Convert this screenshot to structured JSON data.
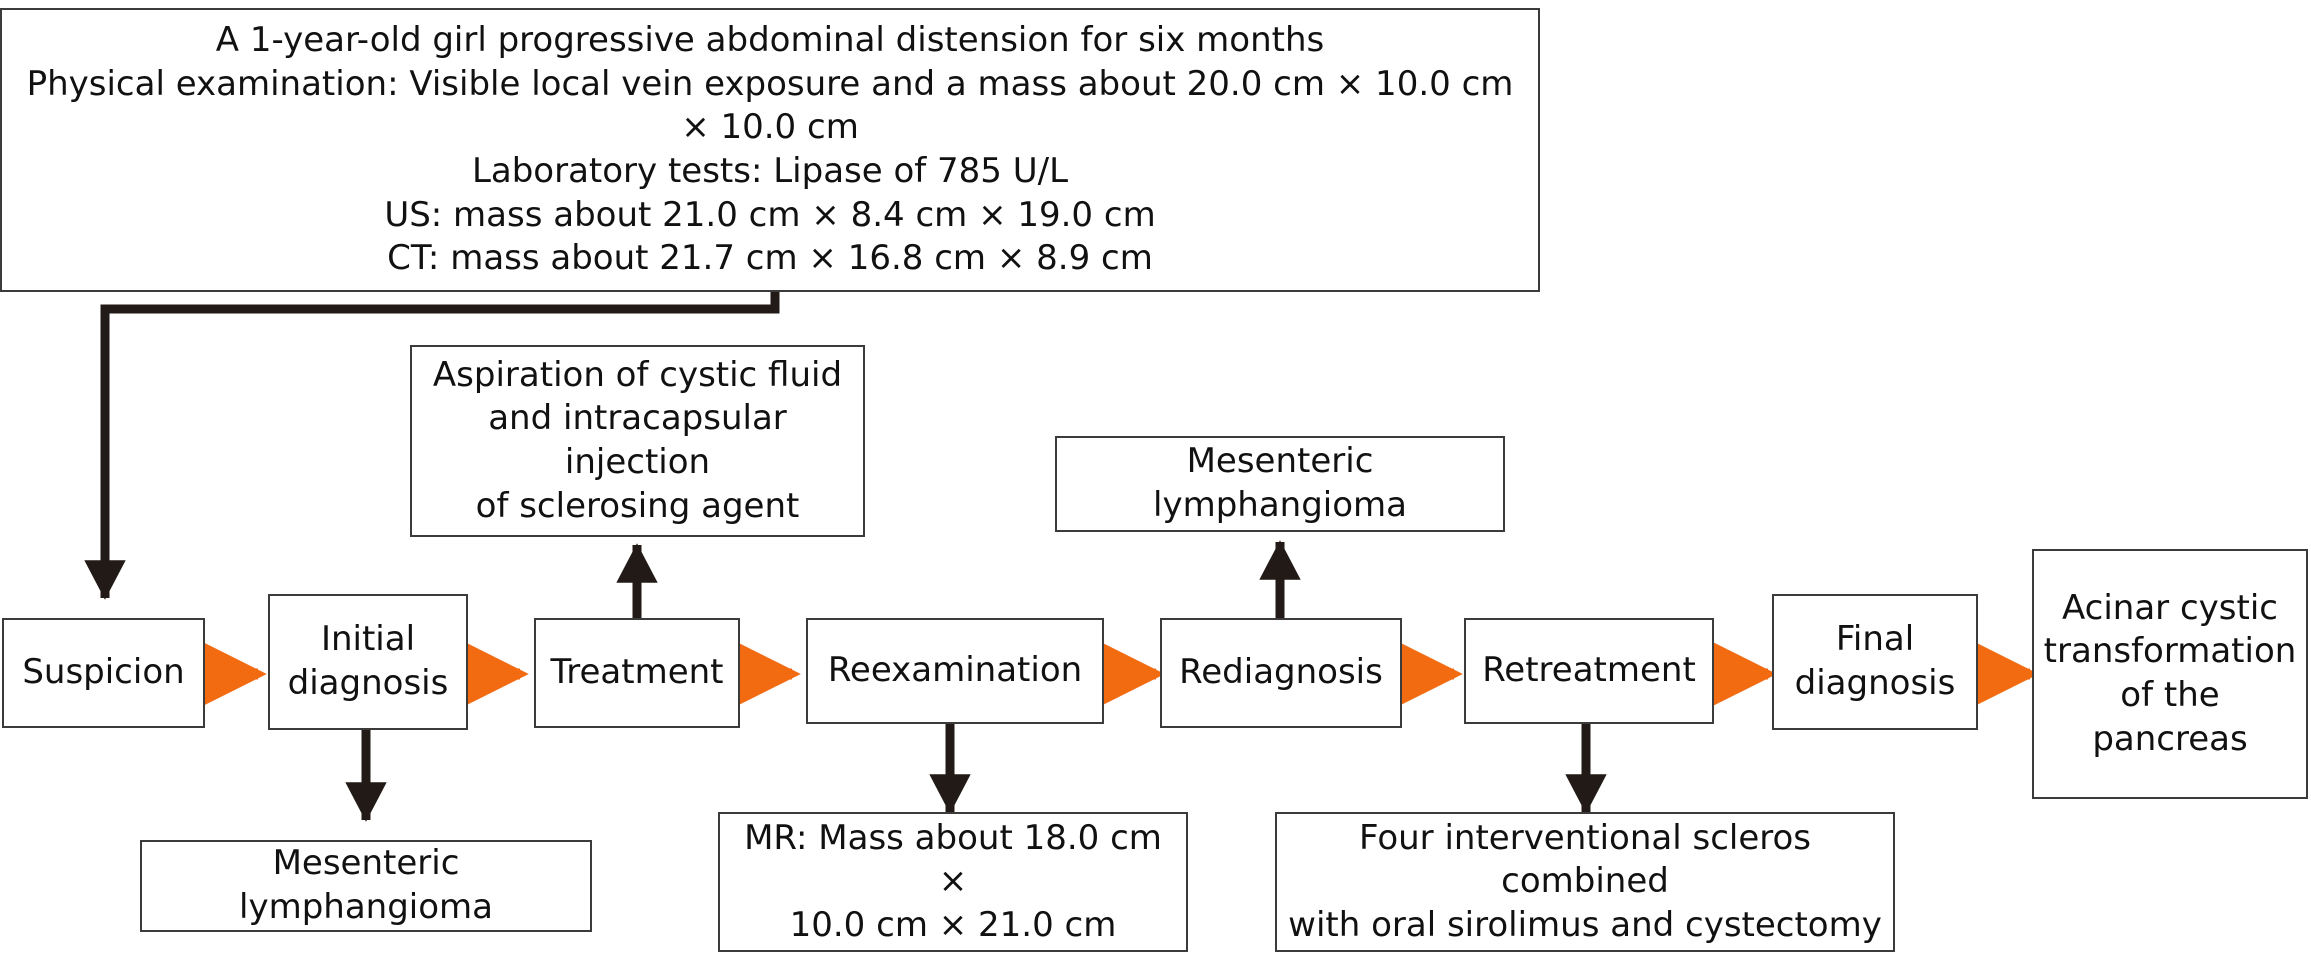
{
  "diagram": {
    "title": "Clinical course flowchart of acinar cystic transformation of the pancreas",
    "colors": {
      "flow_arrow": "#F26B11",
      "branch_arrow": "#221a17",
      "box_border": "#3b3b3b",
      "text": "#111111",
      "background": "#ffffff"
    },
    "nodes": {
      "presentation": {
        "lines": "A 1-year-old girl progressive abdominal distension for six months\nPhysical examination: Visible local vein exposure and a mass about 20.0 cm × 10.0 cm × 10.0 cm\nLaboratory tests: Lipase of 785 U/L\nUS: mass about 21.0 cm × 8.4 cm × 19.0 cm\nCT: mass about 21.7 cm × 16.8 cm × 8.9 cm"
      },
      "aspiration": {
        "lines": "Aspiration of cystic fluid\nand intracapsular injection\nof sclerosing agent"
      },
      "mesenteric_top": {
        "lines": "Mesenteric lymphangioma"
      },
      "suspicion": {
        "lines": "Suspicion"
      },
      "initial_diagnosis": {
        "lines": "Initial\ndiagnosis"
      },
      "treatment": {
        "lines": "Treatment"
      },
      "reexamination": {
        "lines": "Reexamination"
      },
      "rediagnosis": {
        "lines": "Rediagnosis"
      },
      "retreatment": {
        "lines": "Retreatment"
      },
      "final_diagnosis": {
        "lines": "Final\ndiagnosis"
      },
      "acinar": {
        "lines": "Acinar cystic\ntransformation\nof the\npancreas"
      },
      "mesenteric_bottom": {
        "lines": "Mesenteric lymphangioma"
      },
      "mr": {
        "lines": "MR: Mass about 18.0 cm ×\n10.0 cm × 21.0 cm"
      },
      "four_interventional": {
        "lines": "Four interventional scleros combined\nwith oral sirolimus and cystectomy"
      }
    }
  }
}
